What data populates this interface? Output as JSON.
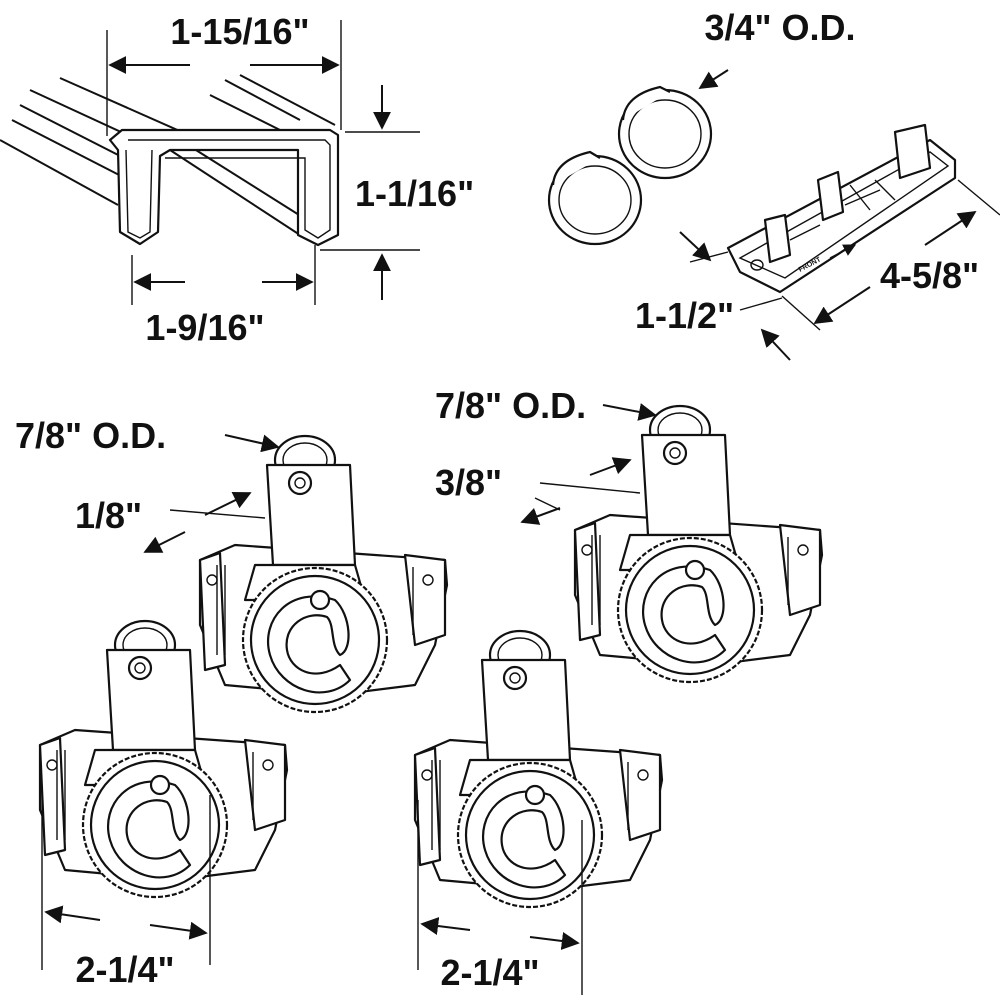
{
  "track": {
    "top_width": "1-15/16\"",
    "height": "1-1/16\"",
    "bottom_width": "1-9/16\""
  },
  "guide": {
    "cup_od": "3/4\" O.D.",
    "width": "1-1/2\"",
    "length": "4-5/8\"",
    "front_text": "FRONT"
  },
  "roller_left": {
    "wheel_od": "7/8\" O.D.",
    "offset": "1/8\"",
    "width": "2-1/4\""
  },
  "roller_right": {
    "wheel_od": "7/8\" O.D.",
    "offset": "3/8\"",
    "width": "2-1/4\""
  },
  "colors": {
    "ink": "#111111",
    "paper": "#ffffff"
  }
}
